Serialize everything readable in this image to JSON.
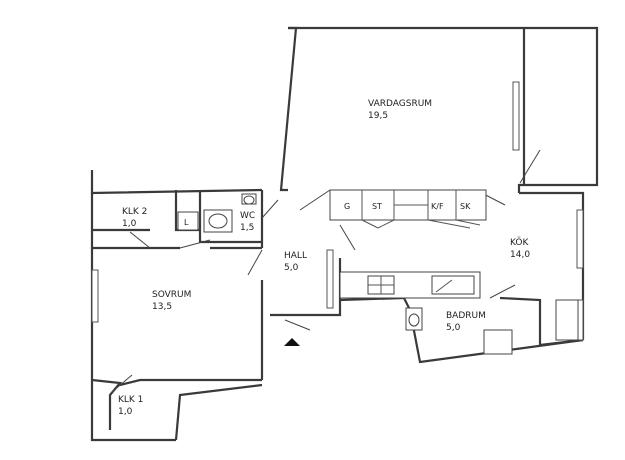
{
  "rooms": {
    "vardagsrum": {
      "name": "VARDAGSRUM",
      "area": "19,5"
    },
    "kok": {
      "name": "KÖK",
      "area": "14,0"
    },
    "badrum": {
      "name": "BADRUM",
      "area": "5,0"
    },
    "hall": {
      "name": "HALL",
      "area": "5,0"
    },
    "wc": {
      "name": "WC",
      "area": "1,5"
    },
    "klk2": {
      "name": "KLK 2",
      "area": "1,0"
    },
    "sovrum": {
      "name": "SOVRUM",
      "area": "13,5"
    },
    "klk1": {
      "name": "KLK 1",
      "area": "1,0"
    }
  },
  "fixtures": {
    "g": "G",
    "st": "ST",
    "kf": "K/F",
    "sk": "SK",
    "l": "L"
  }
}
